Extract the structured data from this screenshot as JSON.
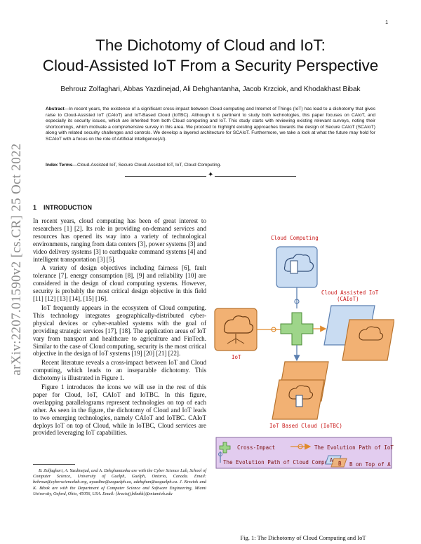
{
  "page_number": "1",
  "arxiv_stamp": "arXiv:2207.01590v2  [cs.CR]  25 Oct 2022",
  "title_line1": "The Dichotomy of Cloud and IoT:",
  "title_line2": "Cloud-Assisted IoT From a Security Perspective",
  "authors": "Behrouz Zolfaghari, Abbas Yazdinejad, Ali Dehghantanha, Jacob Krzciok, and Khodakhast Bibak",
  "abstract_label": "Abstract",
  "abstract_text": "—In recent years, the existence of a significant cross-impact between Cloud computing and Internet of Things (IoT) has lead to a dichotomy that gives raise to Cloud-Assisted IoT (CAIoT) and IoT-Based Cloud (IoTBC). Although it is pertinent to study both technologies, this paper focuses on CAIoT, and especially its security issues, which are inherited from both Cloud computing and IoT. This study starts with reviewing existing relevant surveys, noting their shortcomings, which motivate a comprehensive survey in this area. We proceed to highlight existing approaches towards the design of Secure CAIoT (SCAIoT) along with related security challenges and controls. We develop a layered architecture for SCAIoT. Furthermore, we take a look at what the future may hold for SCAIoT with a focus on the role of Artificial Intelligence(AI).",
  "index_terms_label": "Index Terms",
  "index_terms_text": "—Cloud-Assisted IoT, Secure Cloud-Assisted IoT, IoT, Cloud Computing.",
  "divider_mark": "✦",
  "section_number": "1",
  "section_title": "INTRODUCTION",
  "paragraphs": [
    "In recent years, cloud computing has been of great interest to researchers [1] [2]. Its role in providing on-demand services and resources has opened its way into a variety of technological environments, ranging from data centers [3], power systems [3] and video delivery systems [3] to earthquake command systems [4] and intelligent transportation [3] [5].",
    "A variety of design objectives including fairness [6], fault tolerance [7], energy consumption [8], [9] and reliability [10] are considered in the design of cloud computing systems. However, security is probably the most critical design objective in this field [11] [12] [13] [14], [15] [16].",
    "IoT frequently appears in the ecosystem of Cloud computing. This technology integrates geographically-distributed cyber-physical devices or cyber-enabled systems with the goal of providing strategic services [17], [18]. The application areas of IoT vary from transport and healthcare to agriculture and FinTech. Similar to the case of Cloud computing, security is the most critical objective in the design of IoT systems [19] [20] [21] [22].",
    "Recent literature reveals a cross-impact between IoT and Cloud computing, which leads to an inseparable dichotomy. This dichotomy is illustrated in Figure 1.",
    "Figure 1 introduces the icons we will use in the rest of this paper for Cloud, IoT, CAIoT and IoTBC. In this figure, overlapping parallelograms represent technologies on top of each other. As seen in the figure, the dichotomy of Cloud and IoT leads to two emerging technologies, namely CAIoT and IoTBC. CAIoT deploys IoT on top of Cloud, while in IoTBC, Cloud services are provided leveraging IoT capabilities."
  ],
  "footnotes": [
    "B. Zolfaghari, A. Yazdinejad, and A. Dehghantanha are with the Cyber Science Lab, School of Computer Science, University of Guelph, Guelph, Ontario, Canada. Email: behrouz@cybersciencelab.org, ayazdine@uoguelph.ca, adehghan@uoguelph.ca. J. Krzciok and K. Bibak are with the Department of Computer Science and Software Engineering, Miami University, Oxford, Ohio, 45056, USA. Email: {krzciojj,bibakk}@miamioh.edu"
  ],
  "figure": {
    "label_cloud": "Cloud Computing",
    "label_caiot_1": "Cloud Assisted IoT",
    "label_caiot_2": "(CAIoT)",
    "label_iot": "IoT",
    "label_iotbc": "IoT Based Cloud (IoTBC)",
    "legend_cross_impact": "Cross-Impact",
    "legend_evolution_iot": "The Evolution Path of IoT",
    "legend_evolution_cloud": "The Evolution Path of Cloud Computing",
    "legend_a": "A",
    "legend_b": "B",
    "legend_on_top": "B on Top of A",
    "colors": {
      "cloud_fill": "#c9dcf2",
      "cloud_stroke": "#5b7fb0",
      "iot_fill": "#f2b173",
      "iot_stroke": "#b8742f",
      "cross_fill": "#9ed58a",
      "legend_fill": "#e2ccef",
      "label_red": "#c81414"
    }
  },
  "caption": "Fig. 1: The Dichotomy of Cloud Computing and IoT"
}
